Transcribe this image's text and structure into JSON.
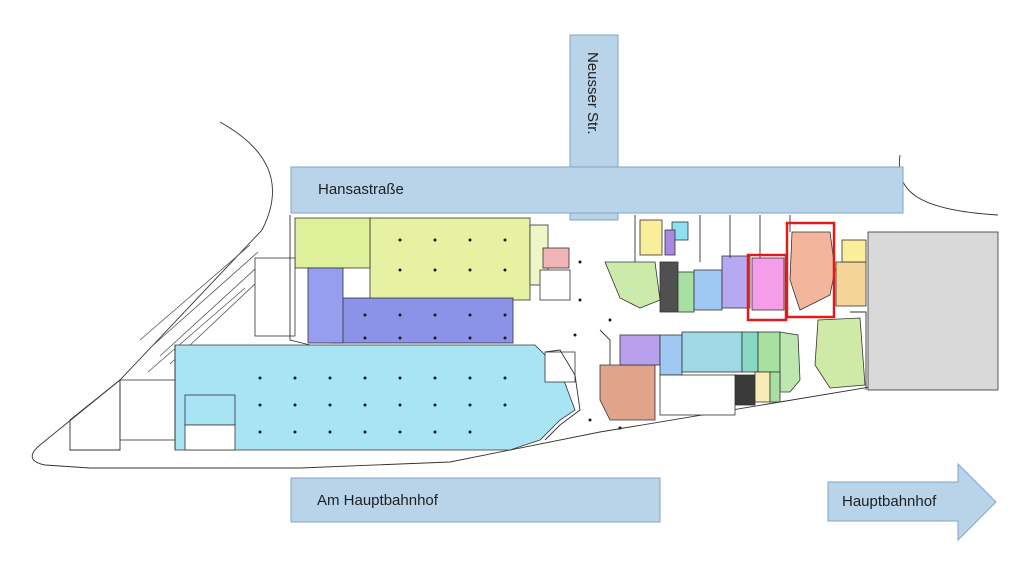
{
  "streets": {
    "hansastrasse": "Hansastraße",
    "neusser": "Neusser Str.",
    "am_hauptbahnhof": "Am Hauptbahnhof",
    "hauptbahnhof": "Hauptbahnhof"
  },
  "colors": {
    "street_fill": "#b9d3e9",
    "street_stroke": "#7fa6c8",
    "highlight": "#e01b1b",
    "station_gray": "#d9d9d9"
  }
}
